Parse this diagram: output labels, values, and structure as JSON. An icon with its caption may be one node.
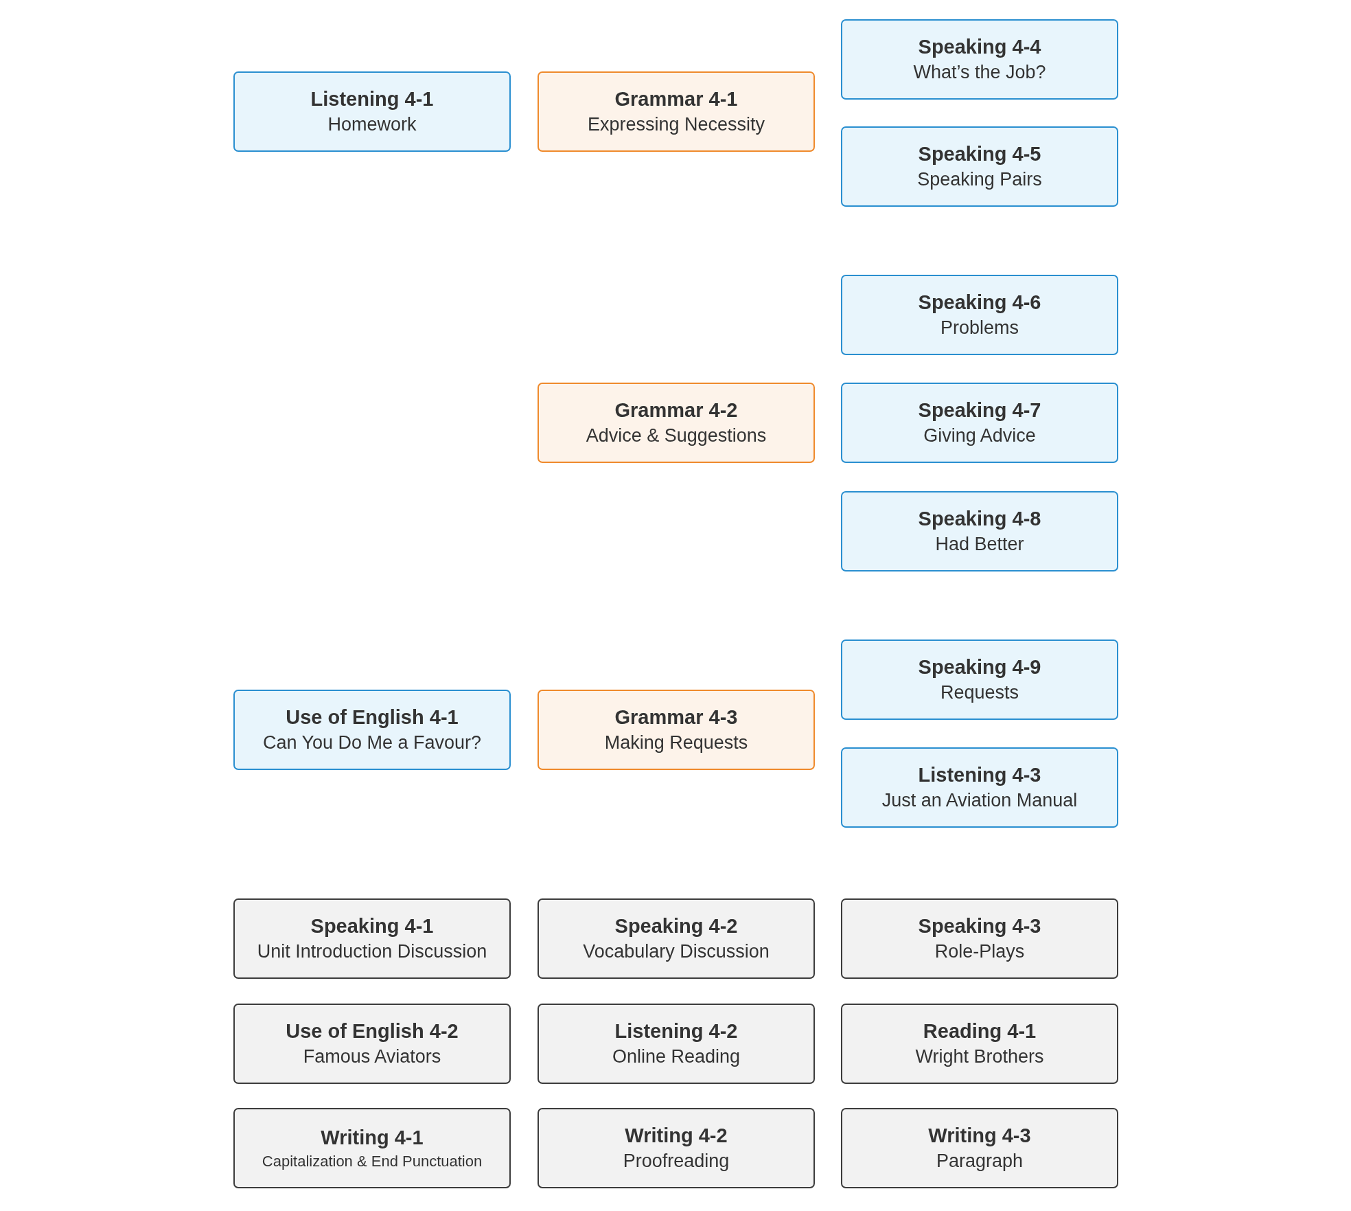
{
  "diagram": {
    "nodes": [
      {
        "text": [
          "Speaking 4-4",
          "What’s the Job?"
        ]
      },
      {
        "text": [
          "Listening 4-1",
          "Homework"
        ]
      },
      {
        "text": [
          "Grammar 4-1",
          "Expressing Necessity"
        ]
      },
      {
        "text": [
          "Speaking 4-5",
          "Speaking Pairs"
        ]
      },
      {
        "text": [
          "Speaking 4-6",
          "Problems"
        ]
      },
      {
        "text": [
          "Grammar 4-2",
          "Advice & Suggestions"
        ]
      },
      {
        "text": [
          "Speaking 4-7",
          "Giving Advice"
        ]
      },
      {
        "text": [
          "Speaking 4-8",
          "Had Better"
        ]
      },
      {
        "text": [
          "Speaking 4-9",
          "Requests"
        ]
      },
      {
        "text": [
          "Use of English 4-1",
          "Can You Do Me a Favour?"
        ]
      },
      {
        "text": [
          "Grammar 4-3",
          "Making Requests"
        ]
      },
      {
        "text": [
          "Listening 4-3",
          "Just an Aviation Manual"
        ]
      },
      {
        "text": [
          "Speaking 4-1",
          "Unit Introduction Discussion"
        ]
      },
      {
        "text": [
          "Speaking 4-2",
          "Vocabulary Discussion"
        ]
      },
      {
        "text": [
          "Speaking 4-3",
          "Role-Plays"
        ]
      },
      {
        "text": [
          "Use of English 4-2",
          "Famous Aviators"
        ]
      },
      {
        "text": [
          "Listening 4-2",
          "Online Reading"
        ]
      },
      {
        "text": [
          "Reading 4-1",
          "Wright Brothers"
        ]
      },
      {
        "text": [
          "Writing 4-1",
          "Capitalization & End Punctuation"
        ]
      },
      {
        "text": [
          "Writing 4-2",
          "Proofreading"
        ]
      },
      {
        "text": [
          "Writing 4-3",
          "Paragraph"
        ]
      }
    ]
  }
}
